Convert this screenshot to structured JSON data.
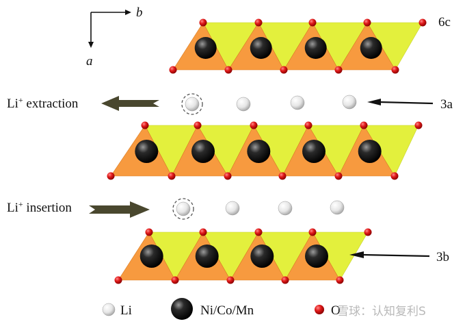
{
  "axes": {
    "b": "b",
    "a": "a"
  },
  "site_labels": {
    "six_c": "6c",
    "three_a": "3a",
    "three_b": "3b"
  },
  "process_labels": {
    "extraction": {
      "prefix": "Li",
      "sup": "+",
      "suffix": " extraction"
    },
    "insertion": {
      "prefix": "Li",
      "sup": "+",
      "suffix": " insertion"
    }
  },
  "legend": {
    "li": "Li",
    "metal": "Ni/Co/Mn",
    "oxygen": "O"
  },
  "watermark": "雪球：认知复利S",
  "colors": {
    "octahedron_front": "#f79a3f",
    "octahedron_back": "#e3f03d",
    "oxygen": "#e21b1b",
    "metal": "#151515",
    "lithium": "#e9e9e9",
    "arrow_dark": "#49472e"
  }
}
